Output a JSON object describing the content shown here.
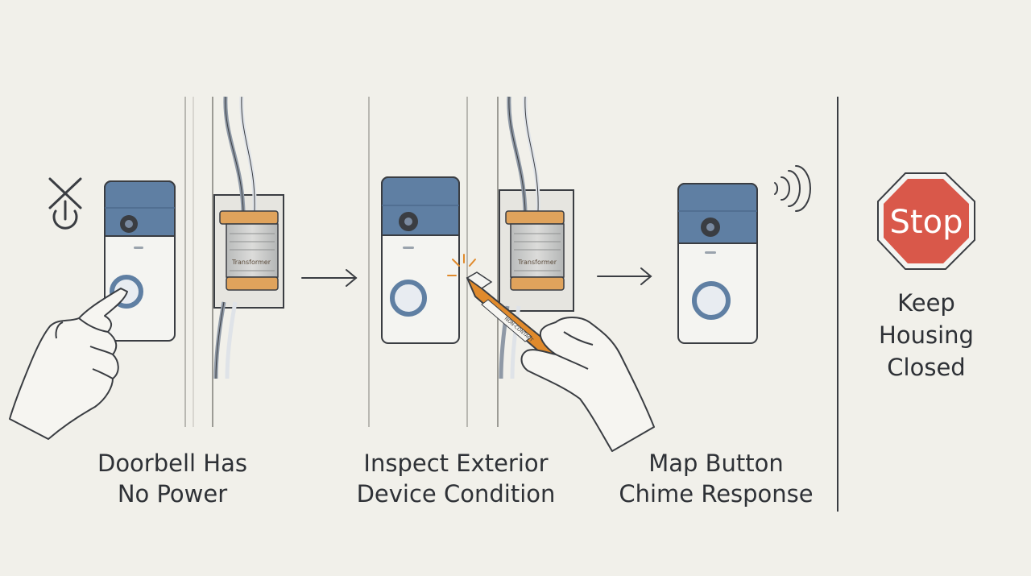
{
  "steps": [
    {
      "line1": "Doorbell Has",
      "line2": "No Power"
    },
    {
      "line1": "Inspect Exterior",
      "line2": "Device Condition"
    },
    {
      "line1": "Map Button",
      "line2": "Chime Response"
    }
  ],
  "stop_panel": {
    "sign_text": "Stop",
    "line1": "Keep",
    "line2": "Housing",
    "line3": "Closed"
  },
  "transformer": {
    "brand_label": "Transformer"
  },
  "colors": {
    "background": "#f1f0ea",
    "doorbell_cap": "#5f7fa3",
    "doorbell_body": "#f4f4f1",
    "transformer": "#cfd0cf",
    "transformer_terminals": "#e0a35c",
    "tester": "#e08a2c",
    "stop_sign": "#d9584a",
    "ink": "#3a3d42"
  },
  "icons": [
    "power-off-icon",
    "arrow-right-icon",
    "arrow-right-icon",
    "sound-waves-icon",
    "stop-sign-icon"
  ]
}
